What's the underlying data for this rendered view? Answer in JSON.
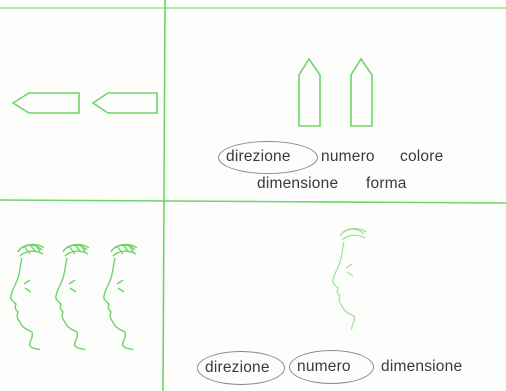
{
  "colors": {
    "line": "#6fd46a",
    "text": "#3a3a3a",
    "circle": "#8a8a8a",
    "background": "#fdfdfb"
  },
  "top_right": {
    "words": [
      {
        "id": "direzione",
        "text": "direzione",
        "circled": true
      },
      {
        "id": "numero",
        "text": "numero",
        "circled": false
      },
      {
        "id": "colore",
        "text": "colore",
        "circled": false
      },
      {
        "id": "dimensione",
        "text": "dimensione",
        "circled": false
      },
      {
        "id": "forma",
        "text": "forma",
        "circled": false
      }
    ]
  },
  "bottom_right": {
    "words": [
      {
        "id": "direzione",
        "text": "direzione",
        "circled": true
      },
      {
        "id": "numero",
        "text": "numero",
        "circled": true
      },
      {
        "id": "dimensione",
        "text": "dimensione",
        "circled": false
      }
    ]
  },
  "icons": [
    "arrow-pentagon-icon",
    "tower-pentagon-icon",
    "face-profile-icon"
  ]
}
